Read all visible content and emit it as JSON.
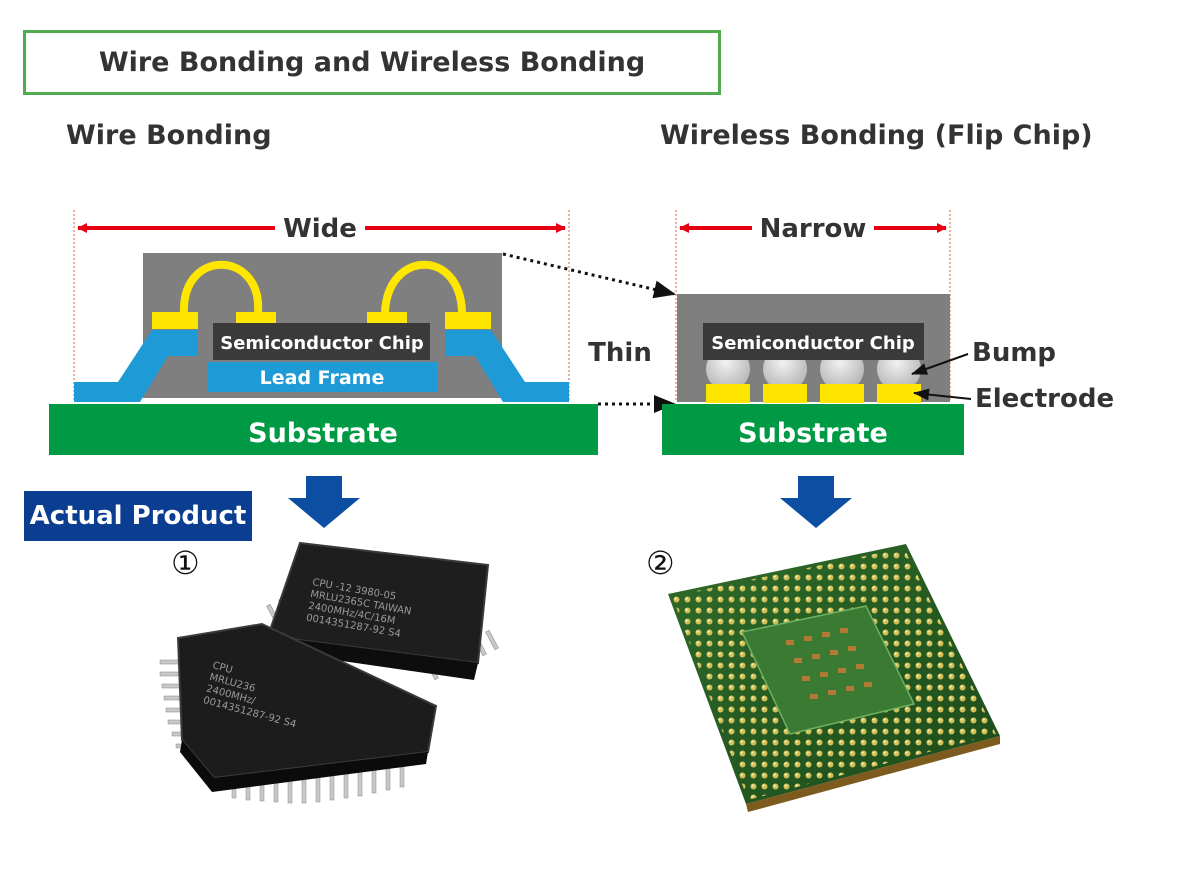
{
  "header": {
    "title": "Wire Bonding and Wireless Bonding"
  },
  "wire_bonding": {
    "heading": "Wire Bonding",
    "width_label": "Wide",
    "chip_label": "Semiconductor Chip",
    "lead_frame_label": "Lead Frame",
    "substrate_label": "Substrate"
  },
  "flip_chip": {
    "heading": "Wireless Bonding (Flip Chip)",
    "width_label": "Narrow",
    "chip_label": "Semiconductor Chip",
    "bump_label": "Bump",
    "electrode_label": "Electrode",
    "substrate_label": "Substrate"
  },
  "comparison": {
    "thickness_label": "Thin"
  },
  "actual_product": {
    "badge": "Actual Product",
    "photo1_number": "①",
    "photo2_number": "②",
    "chip1_print": [
      "CPU -12 3980-05",
      "MRLU2365C TAIWAN",
      "2400MHz/4C/16M",
      "0014351287-92 S4"
    ],
    "chip2_print": [
      "CPU",
      "MRLU236",
      "2400MHz/",
      "0014351287-92 S4"
    ]
  },
  "colors": {
    "title_border": "#4fad4f",
    "substrate": "#009a44",
    "lead_frame": "#1e9ad6",
    "mold": "#7f7f7f",
    "chip": "#3a3a3a",
    "wire": "#ffe600",
    "width_arrow": "#e60012",
    "down_arrow": "#0b4ea2",
    "badge": "#0b3d91"
  }
}
